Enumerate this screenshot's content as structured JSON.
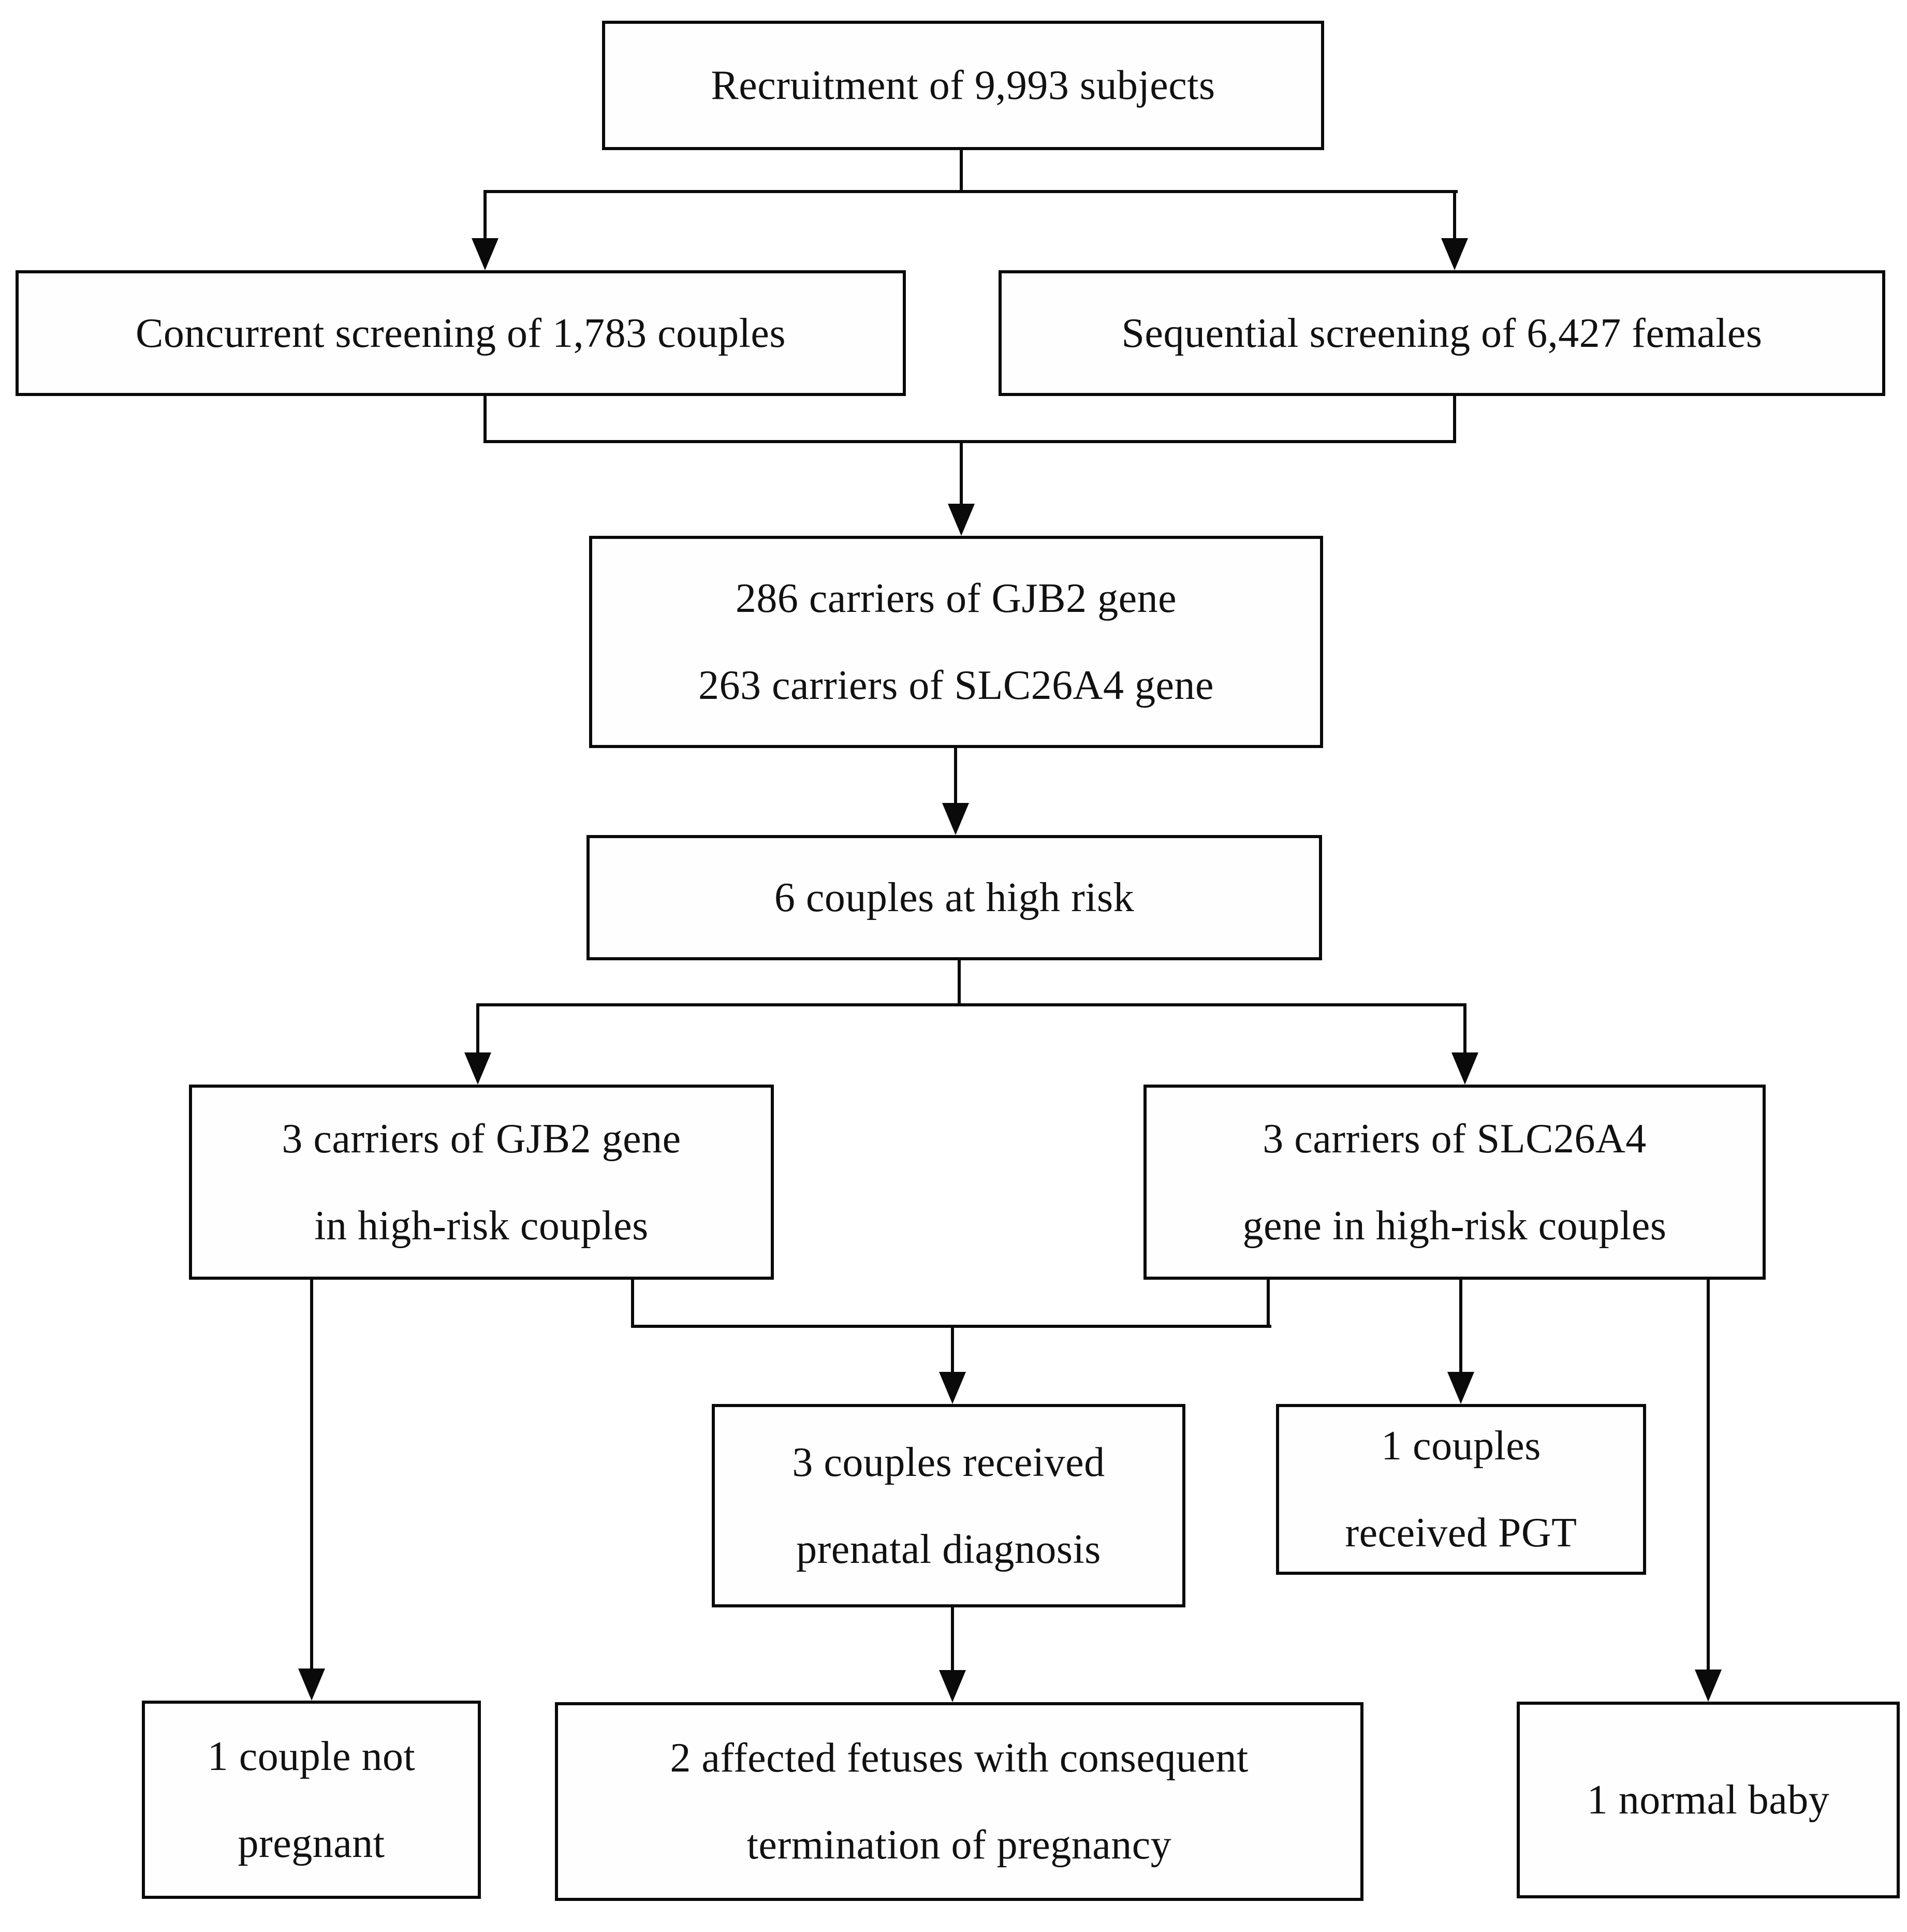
{
  "diagram": {
    "title": "Hearing-loss gene carrier screening flowchart",
    "colors": {
      "background": "#ffffff",
      "line": "#0a0a0a",
      "text": "#111111"
    },
    "nodes": {
      "recruitment": {
        "lines": [
          "Recruitment of 9,993 subjects"
        ]
      },
      "concurrent": {
        "lines": [
          "Concurrent screening of 1,783 couples"
        ]
      },
      "sequential": {
        "lines": [
          "Sequential screening of 6,427 females"
        ]
      },
      "carriers": {
        "lines": [
          "286 carriers of GJB2 gene",
          "263 carriers of SLC26A4 gene"
        ]
      },
      "high_risk": {
        "lines": [
          "6 couples at high risk"
        ]
      },
      "gjb2_couples": {
        "lines": [
          "3 carriers of GJB2 gene",
          "in high-risk couples"
        ]
      },
      "slc26a4_couples": {
        "lines": [
          "3 carriers of SLC26A4",
          "gene in high-risk couples"
        ]
      },
      "prenatal": {
        "lines": [
          "3 couples received",
          "prenatal diagnosis"
        ]
      },
      "pgt": {
        "lines": [
          "1 couples",
          "received PGT"
        ]
      },
      "not_pregnant": {
        "lines": [
          "1 couple not",
          "pregnant"
        ]
      },
      "affected": {
        "lines": [
          "2 affected fetuses with consequent",
          "termination of pregnancy"
        ]
      },
      "normal_baby": {
        "lines": [
          "1 normal baby"
        ]
      }
    },
    "edges": [
      {
        "from": "recruitment",
        "to": "concurrent"
      },
      {
        "from": "recruitment",
        "to": "sequential"
      },
      {
        "from": "concurrent",
        "to": "carriers"
      },
      {
        "from": "sequential",
        "to": "carriers"
      },
      {
        "from": "carriers",
        "to": "high_risk"
      },
      {
        "from": "high_risk",
        "to": "gjb2_couples"
      },
      {
        "from": "high_risk",
        "to": "slc26a4_couples"
      },
      {
        "from": "gjb2_couples",
        "to": "not_pregnant"
      },
      {
        "from": "gjb2_couples",
        "to": "prenatal"
      },
      {
        "from": "slc26a4_couples",
        "to": "prenatal"
      },
      {
        "from": "slc26a4_couples",
        "to": "pgt"
      },
      {
        "from": "slc26a4_couples",
        "to": "normal_baby"
      },
      {
        "from": "prenatal",
        "to": "affected"
      }
    ]
  }
}
